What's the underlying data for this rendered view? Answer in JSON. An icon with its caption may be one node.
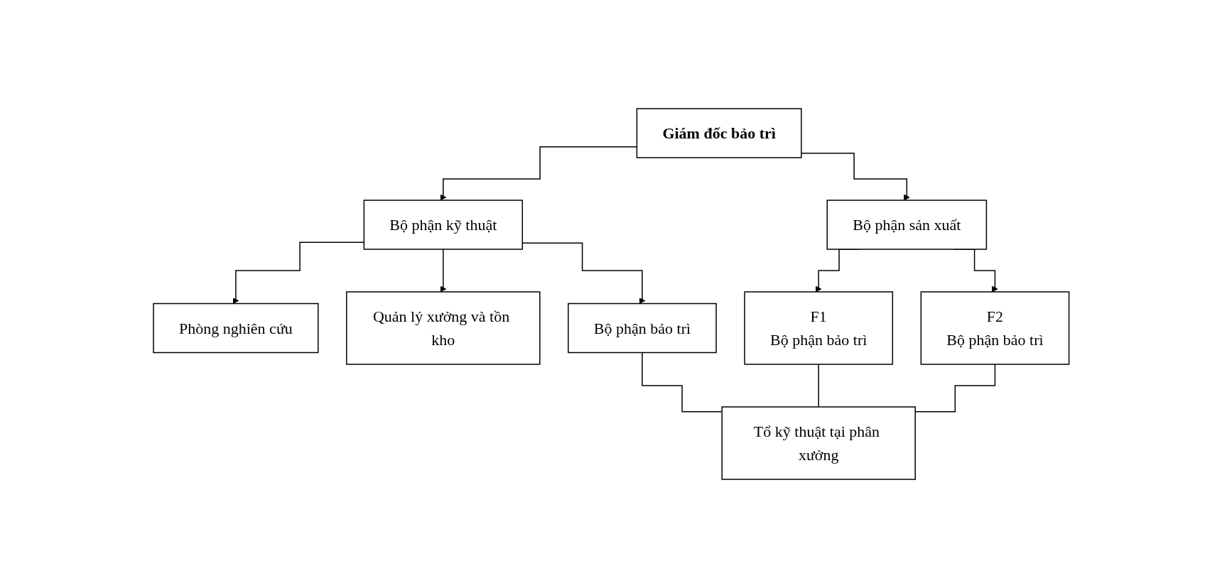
{
  "diagram": {
    "nodes": [
      {
        "text": [
          "Giám đốc bảo trì"
        ]
      },
      {
        "text": [
          "Bộ phận kỹ thuật"
        ]
      },
      {
        "text": [
          "Bộ phận sản xuất"
        ]
      },
      {
        "text": [
          "Phòng nghiên cứu"
        ]
      },
      {
        "text": [
          "Quản lý xưởng và tồn kho"
        ]
      },
      {
        "text": [
          "Bộ phận bảo trì"
        ]
      },
      {
        "text": [
          "F1",
          "Bộ phận bảo trì"
        ]
      },
      {
        "text": [
          "F2",
          "Bộ phận bảo trì"
        ]
      },
      {
        "text": [
          "Tổ kỹ thuật tại phân xưởng"
        ]
      }
    ],
    "edges": [
      {
        "from": 0,
        "to": 1,
        "arrow": "to"
      },
      {
        "from": 0,
        "to": 2,
        "arrow": "to"
      },
      {
        "from": 1,
        "to": 3,
        "arrow": "to"
      },
      {
        "from": 1,
        "to": 4,
        "arrow": "to"
      },
      {
        "from": 1,
        "to": 5,
        "arrow": "to"
      },
      {
        "from": 2,
        "to": 6,
        "arrow": "to"
      },
      {
        "from": 2,
        "to": 7,
        "arrow": "to"
      },
      {
        "from": 5,
        "to": 8,
        "arrow": "none"
      },
      {
        "from": 6,
        "to": 8,
        "arrow": "none"
      },
      {
        "from": 7,
        "to": 8,
        "arrow": "none"
      }
    ]
  }
}
